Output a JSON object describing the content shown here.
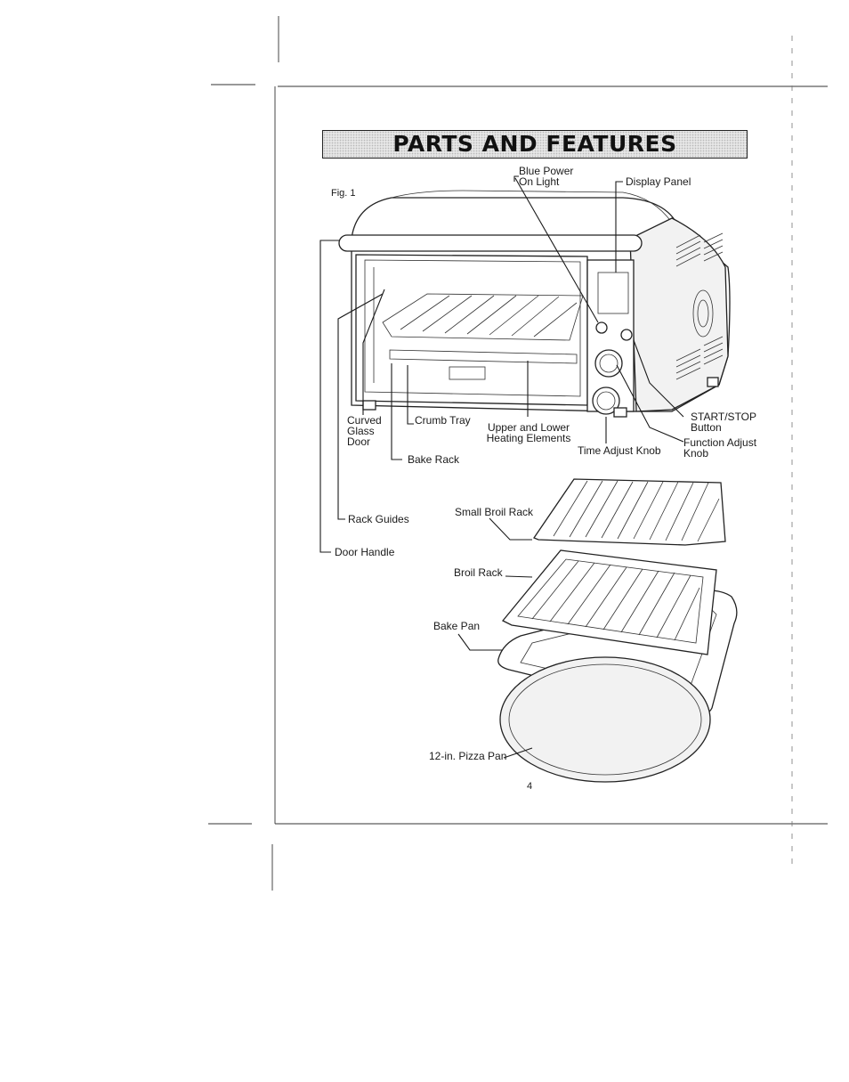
{
  "page": {
    "title": "PARTS AND FEATURES",
    "figure_label": "Fig. 1",
    "page_number": "4"
  },
  "labels": {
    "blue_power": [
      "Blue Power",
      "On Light"
    ],
    "display_panel": "Display Panel",
    "start_stop": [
      "START/STOP",
      "Button"
    ],
    "function_adjust": [
      "Function Adjust",
      "Knob"
    ],
    "time_adjust": "Time Adjust Knob",
    "heating_elements": [
      "Upper and Lower",
      "Heating Elements"
    ],
    "crumb_tray": "Crumb Tray",
    "curved_glass": [
      "Curved",
      "Glass",
      "Door"
    ],
    "bake_rack": "Bake Rack",
    "rack_guides": "Rack Guides",
    "door_handle": "Door Handle",
    "small_broil_rack": "Small Broil Rack",
    "broil_rack": "Broil Rack",
    "bake_pan": "Bake Pan",
    "pizza_pan": "12-in. Pizza Pan"
  },
  "icons": [
    "toaster-oven-illustration",
    "small-broil-rack-illustration",
    "broil-rack-illustration",
    "bake-pan-illustration",
    "pizza-pan-illustration"
  ]
}
